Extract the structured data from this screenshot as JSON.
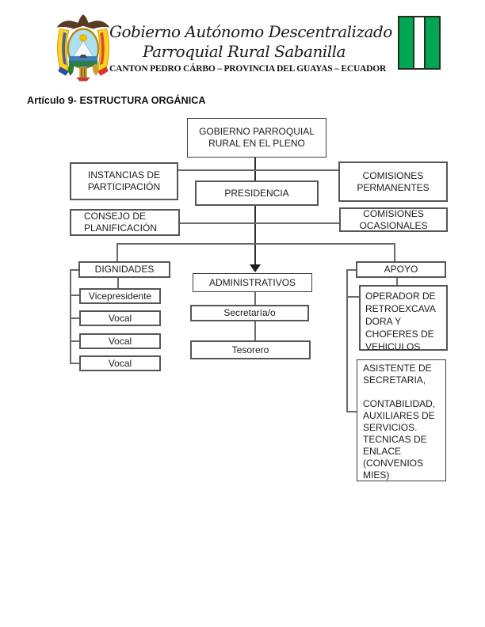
{
  "header": {
    "title_line1": "Gobierno Autónomo Descentralizado",
    "title_line2": "Parroquial Rural Sabanilla",
    "subtitle": "CANTON PEDRO CÁRBO – PROVINCIA DEL GUAYAS – ECUADOR"
  },
  "article_heading": "Artículo 9- ESTRUCTURA ORGÁNICA",
  "org_chart": {
    "gobierno_pleno": "GOBIERNO PARROQUIAL\nRURAL EN EL PLENO",
    "instancias": "INSTANCIAS DE\nPARTICIPACIÓN",
    "presidencia": "PRESIDENCIA",
    "comisiones_permanentes": "COMISIONES\nPERMANENTES",
    "consejo": "CONSEJO DE\nPLANIFICACIÓN",
    "comisiones_ocasionales": "COMISIONES\nOCASIONALES",
    "dignidades": "DIGNIDADES",
    "vicepresidente": "Vicepresidente",
    "vocales": [
      "Vocal",
      "Vocal",
      "Vocal"
    ],
    "administrativos": "ADMINISTRATIVOS",
    "secretaria": "Secretaría/o",
    "tesorero": "Tesorero",
    "apoyo": "APOYO",
    "operador": "OPERADOR DE\nRETROEXCAVA\nDORA Y\nCHOFERES DE\nVEHICULOS",
    "asistente": "ASISTENTE DE\nSECRETARIA,\n\nCONTABILIDAD,\nAUXILIARES DE\nSERVICIOS.\nTECNICAS DE\nENLACE\n(CONVENIOS\nMIES)"
  },
  "colors": {
    "flag_green": "#00A651",
    "flag_white": "#FFFFFF"
  }
}
